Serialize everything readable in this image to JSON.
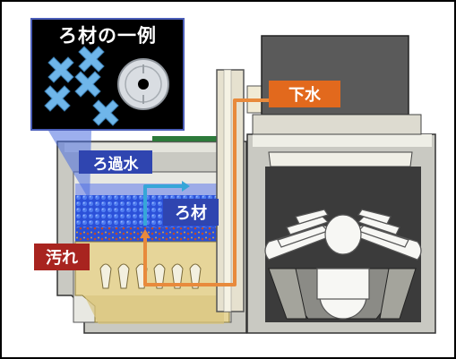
{
  "inset": {
    "title": "ろ材の一例"
  },
  "labels": {
    "filtered_water": "ろ過水",
    "sewage": "下水",
    "filter_media": "ろ材",
    "dirt": "汚れ"
  },
  "colors": {
    "filtered_water_label": "#2f45b0",
    "sewage_label": "#e2691d",
    "filter_media_label": "#2f45b0",
    "dirt_label": "#a8241f",
    "water_flow": "#36a6d8",
    "sewage_flow": "#e88a3c",
    "tank": "#d8d8d0",
    "settling": "#e9dba3",
    "media": "#2a4fd6"
  }
}
